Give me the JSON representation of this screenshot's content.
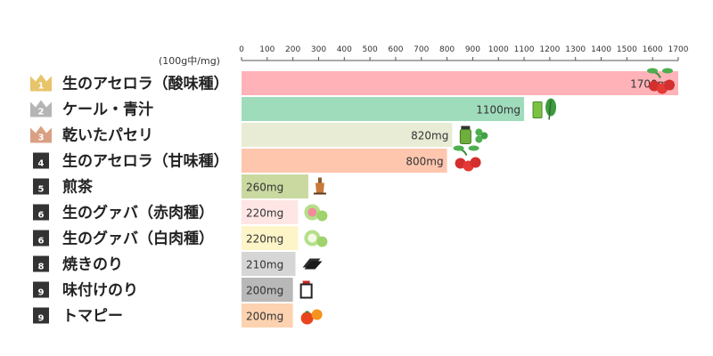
{
  "chart_data": {
    "type": "bar",
    "unit_label": "(100g中/mg)",
    "xlim": [
      0,
      1700
    ],
    "ticks": [
      0,
      100,
      200,
      300,
      400,
      500,
      600,
      700,
      800,
      900,
      1000,
      1100,
      1200,
      1300,
      1400,
      1500,
      1600,
      1700
    ],
    "grid": false,
    "items": [
      {
        "rank": "1",
        "rank_style": "crown-gold",
        "name": "生のアセロラ（酸味種）",
        "value": 1700,
        "value_label": "1700mg",
        "color": "#ffb3b8",
        "icon": "acerola-icon"
      },
      {
        "rank": "2",
        "rank_style": "crown-silver",
        "name": "ケール・青汁",
        "value": 1100,
        "value_label": "1100mg",
        "color": "#9fdcbc",
        "icon": "green-juice-kale-icon"
      },
      {
        "rank": "3",
        "rank_style": "crown-bronze",
        "name": "乾いたパセリ",
        "value": 820,
        "value_label": "820mg",
        "color": "#e8ecd4",
        "icon": "parsley-jar-icon"
      },
      {
        "rank": "4",
        "rank_style": "box",
        "name": "生のアセロラ（甘味種）",
        "value": 800,
        "value_label": "800mg",
        "color": "#ffc6ae",
        "icon": "acerola-icon"
      },
      {
        "rank": "5",
        "rank_style": "box",
        "name": "煎茶",
        "value": 260,
        "value_label": "260mg",
        "color": "#c9d9a0",
        "icon": "tea-cup-icon"
      },
      {
        "rank": "6",
        "rank_style": "box",
        "name": "生のグァバ（赤肉種）",
        "value": 220,
        "value_label": "220mg",
        "color": "#fde6e4",
        "icon": "red-guava-icon"
      },
      {
        "rank": "6",
        "rank_style": "box",
        "name": "生のグァバ（白肉種）",
        "value": 220,
        "value_label": "220mg",
        "color": "#fdf4c8",
        "icon": "white-guava-icon"
      },
      {
        "rank": "8",
        "rank_style": "box",
        "name": "焼きのり",
        "value": 210,
        "value_label": "210mg",
        "color": "#d6d6d6",
        "icon": "nori-icon"
      },
      {
        "rank": "9",
        "rank_style": "box",
        "name": "味付けのり",
        "value": 200,
        "value_label": "200mg",
        "color": "#b8b8b8",
        "icon": "seasoned-nori-icon"
      },
      {
        "rank": "9",
        "rank_style": "box",
        "name": "トマピー",
        "value": 200,
        "value_label": "200mg",
        "color": "#fcd2b0",
        "icon": "tomapi-pepper-icon"
      }
    ]
  }
}
